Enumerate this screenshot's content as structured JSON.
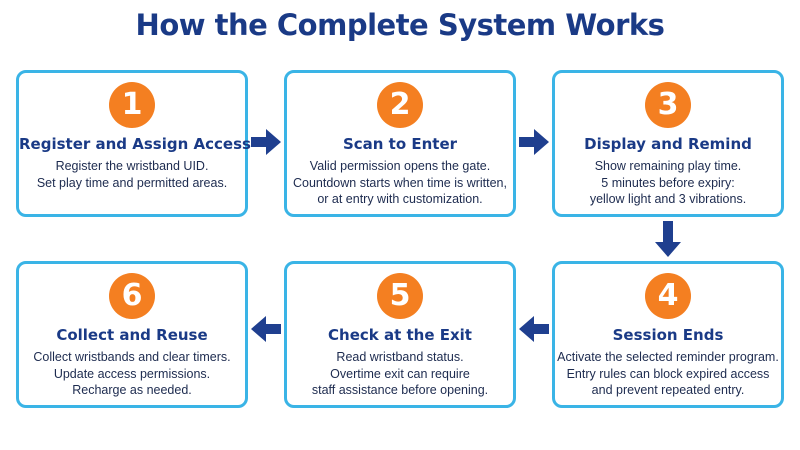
{
  "title": "How the Complete System Works",
  "colors": {
    "title": "#1a3a86",
    "card_border": "#3ab4e6",
    "badge": "#f47f21",
    "arrow": "#1f3f8f",
    "body_text": "#1d2b4f"
  },
  "steps": [
    {
      "number": "1",
      "title": "Register and Assign Access",
      "lines": [
        "Register the wristband UID.",
        "Set play time and permitted areas."
      ]
    },
    {
      "number": "2",
      "title": "Scan to Enter",
      "lines": [
        "Valid permission opens the gate.",
        "Countdown starts when time is written,",
        "or at entry with customization."
      ]
    },
    {
      "number": "3",
      "title": "Display and Remind",
      "lines": [
        "Show remaining play time.",
        "5 minutes before expiry:",
        "yellow light and 3 vibrations."
      ]
    },
    {
      "number": "4",
      "title": "Session Ends",
      "lines": [
        "Activate the selected reminder program.",
        "Entry rules can block expired access",
        "and prevent repeated entry."
      ]
    },
    {
      "number": "5",
      "title": "Check at the Exit",
      "lines": [
        "Read wristband status.",
        "Overtime exit can require",
        "staff assistance before opening."
      ]
    },
    {
      "number": "6",
      "title": "Collect and Reuse",
      "lines": [
        "Collect wristbands and clear timers.",
        "Update access permissions.",
        "Recharge as needed."
      ]
    }
  ],
  "arrows": [
    {
      "from": "1",
      "to": "2",
      "direction": "right"
    },
    {
      "from": "2",
      "to": "3",
      "direction": "right"
    },
    {
      "from": "3",
      "to": "4",
      "direction": "down"
    },
    {
      "from": "4",
      "to": "5",
      "direction": "left"
    },
    {
      "from": "5",
      "to": "6",
      "direction": "left"
    }
  ]
}
